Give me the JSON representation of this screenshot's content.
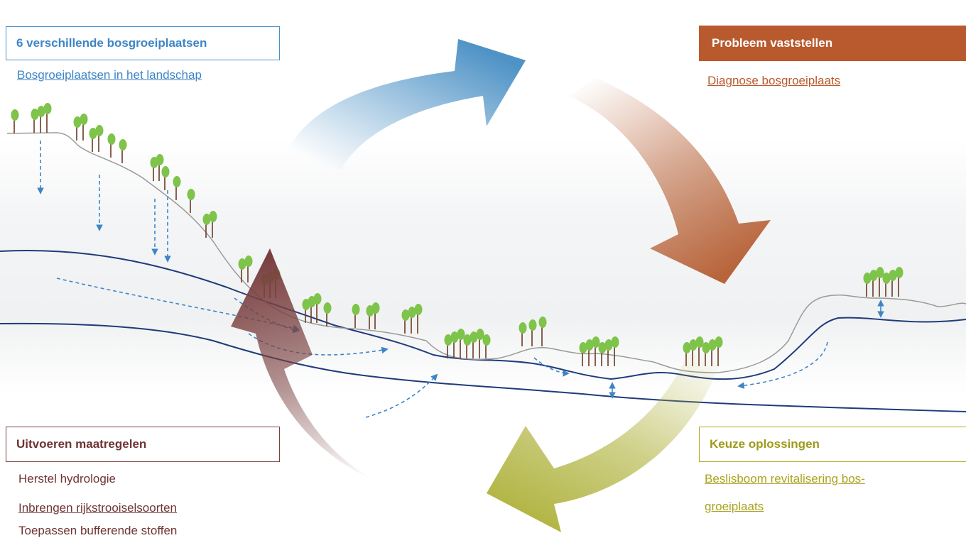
{
  "panels": {
    "landscape": {
      "title": "6 verschillende bosgroeiplaatsen",
      "link": "Bosgroeiplaatsen in het landschap",
      "color": "#3d85c6"
    },
    "diagnose": {
      "title": "Probleem vaststellen",
      "link": "Diagnose bosgroeiplaats",
      "color": "#b85a2e"
    },
    "measures": {
      "title": "Uitvoeren maatregelen",
      "items": [
        "Herstel hydrologie",
        "Inbrengen rijkstrooiselsoorten",
        "Toepassen bufferende stoffen"
      ],
      "color": "#6e3434"
    },
    "solutions": {
      "title": "Keuze oplossingen",
      "link_line1": "Beslisboom revitalisering bos-",
      "link_line2": "groeiplaats",
      "color": "#a9a41f"
    }
  },
  "cycle_arrows": [
    {
      "name": "arrow-blue",
      "color": "#4f93c6"
    },
    {
      "name": "arrow-orange",
      "color": "#b8643a"
    },
    {
      "name": "arrow-olive",
      "color": "#aeb13a"
    },
    {
      "name": "arrow-red",
      "color": "#7a4040"
    }
  ]
}
